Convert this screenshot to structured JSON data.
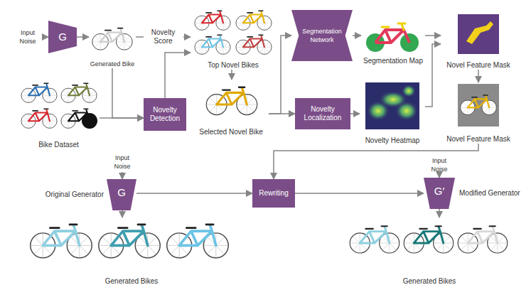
{
  "diagram": {
    "nodes": [
      {
        "text": [
          "Input Noise"
        ]
      },
      {
        "text": [
          "G"
        ]
      },
      {
        "text": [
          "Generated Bike"
        ]
      },
      {
        "text": [
          "Top Novel Bikes"
        ]
      },
      {
        "text": [
          "Segmentation Network"
        ]
      },
      {
        "text": [
          "Segmentation Map"
        ]
      },
      {
        "text": [
          "Novel Feature Mask"
        ]
      },
      {
        "text": [
          "Bike Dataset"
        ]
      },
      {
        "text": [
          "Novelty Detection"
        ]
      },
      {
        "text": [
          "Selected Novel Bike"
        ]
      },
      {
        "text": [
          "Novelty Localization"
        ]
      },
      {
        "text": [
          "Novelty Heatmap"
        ]
      },
      {
        "text": [
          "Novel Feature Mask"
        ]
      },
      {
        "text": [
          "Input Noise"
        ]
      },
      {
        "text": [
          "Original Generator",
          "G"
        ]
      },
      {
        "text": [
          "Rewriting"
        ]
      },
      {
        "text": [
          "Input Noise"
        ]
      },
      {
        "text": [
          "G′",
          "Modified Generator"
        ]
      },
      {
        "text": [
          "Generated Bikes"
        ]
      },
      {
        "text": [
          "Generated Bikes"
        ]
      }
    ],
    "edges": [
      {
        "from": 0,
        "to": 1,
        "arrow": "to"
      },
      {
        "from": 1,
        "to": 2,
        "arrow": "to"
      },
      {
        "from": 2,
        "to": 3,
        "label": "Novelty Score",
        "arrow": "to"
      },
      {
        "from": 2,
        "to": 8,
        "arrow": "to"
      },
      {
        "from": 7,
        "to": 8,
        "arrow": "to"
      },
      {
        "from": 8,
        "to": 3,
        "arrow": "to"
      },
      {
        "from": 3,
        "to": 9,
        "arrow": "to"
      },
      {
        "from": 9,
        "to": 4,
        "arrow": "to"
      },
      {
        "from": 9,
        "to": 10,
        "arrow": "to"
      },
      {
        "from": 4,
        "to": 5,
        "arrow": "to"
      },
      {
        "from": 5,
        "to": 6,
        "arrow": "to"
      },
      {
        "from": 10,
        "to": 11,
        "arrow": "to"
      },
      {
        "from": 11,
        "to": 6,
        "arrow": "to"
      },
      {
        "from": 6,
        "to": 12,
        "arrow": "to"
      },
      {
        "from": 12,
        "to": 15,
        "arrow": "to"
      },
      {
        "from": 13,
        "to": 14,
        "arrow": "to"
      },
      {
        "from": 14,
        "to": 18,
        "arrow": "to"
      },
      {
        "from": 14,
        "to": 15,
        "arrow": "to"
      },
      {
        "from": 15,
        "to": 17,
        "arrow": "to"
      },
      {
        "from": 16,
        "to": 17,
        "arrow": "to"
      },
      {
        "from": 17,
        "to": 19,
        "arrow": "to"
      }
    ]
  }
}
